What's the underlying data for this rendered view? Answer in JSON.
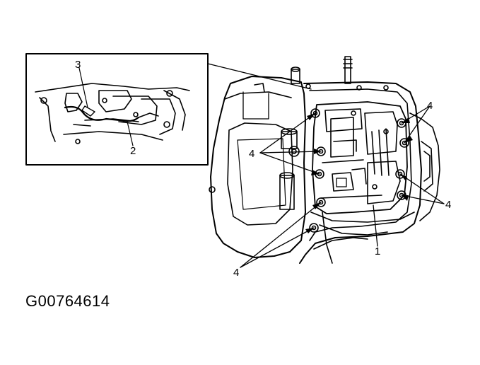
{
  "figure": {
    "id": "G00764614",
    "callouts": {
      "valve_body": "1",
      "wire_harness": "2",
      "clamp": "3",
      "bolt": "4"
    }
  },
  "colors": {
    "line": "#000000",
    "background": "#ffffff"
  }
}
